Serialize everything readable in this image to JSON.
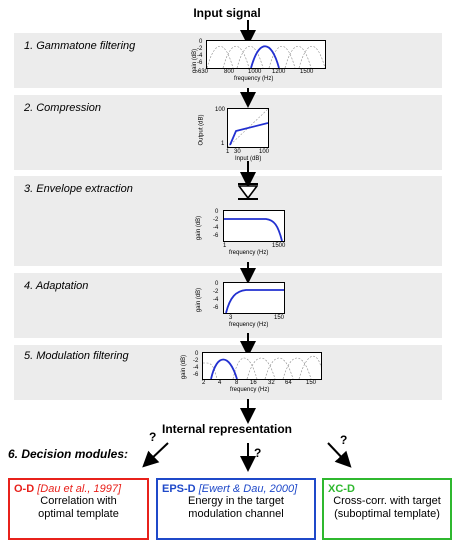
{
  "title": "Input signal",
  "internal": "Internal representation",
  "stages": [
    {
      "label": "1. Gammatone filtering",
      "ylabel": "gain (dB)",
      "xlabel": "frequency (Hz)",
      "yticks": [
        "0",
        "-2",
        "-4",
        "-6"
      ],
      "xticks": [
        "630",
        "800",
        "1000",
        "1200",
        "1500"
      ]
    },
    {
      "label": "2. Compression",
      "ylabel": "Output (dB)",
      "xlabel": "Input (dB)",
      "yticks": [
        "100",
        "1"
      ],
      "xticks": [
        "1",
        "30",
        "100"
      ]
    },
    {
      "label": "3. Envelope extraction",
      "ylabel": "gain (dB)",
      "xlabel": "frequency (Hz)",
      "yticks": [
        "0",
        "-2",
        "-4",
        "-6"
      ],
      "xticks": [
        "1",
        "1500"
      ]
    },
    {
      "label": "4. Adaptation",
      "ylabel": "gain (dB)",
      "xlabel": "frequency (Hz)",
      "yticks": [
        "0",
        "-2",
        "-4",
        "-6"
      ],
      "xticks": [
        "3",
        "150"
      ]
    },
    {
      "label": "5. Modulation filtering",
      "ylabel": "gain (dB)",
      "xlabel": "frequency (Hz)",
      "yticks": [
        "0",
        "-2",
        "-4",
        "-6"
      ],
      "xticks": [
        "2",
        "4",
        "8",
        "16",
        "32",
        "64",
        "150"
      ]
    }
  ],
  "decision": {
    "label": "6. Decision modules:",
    "question": "?"
  },
  "modules": [
    {
      "name": "O-D",
      "ref": "[Dau et al., 1997]",
      "line1": "Correlation with",
      "line2": "optimal template",
      "color": "#e8211b"
    },
    {
      "name": "EPS-D",
      "ref": "[Ewert & Dau, 2000]",
      "line1": "Energy in the target",
      "line2": "modulation channel",
      "color": "#1f49c9"
    },
    {
      "name": "XC-D",
      "ref": "",
      "line1": "Cross-corr. with target",
      "line2": "(suboptimal template)",
      "color": "#2fb82f"
    }
  ],
  "colors": {
    "curve": "#2230d0",
    "stage_bg": "#ececec",
    "ref_red": "#e8211b",
    "ref_blue": "#1f49c9"
  }
}
